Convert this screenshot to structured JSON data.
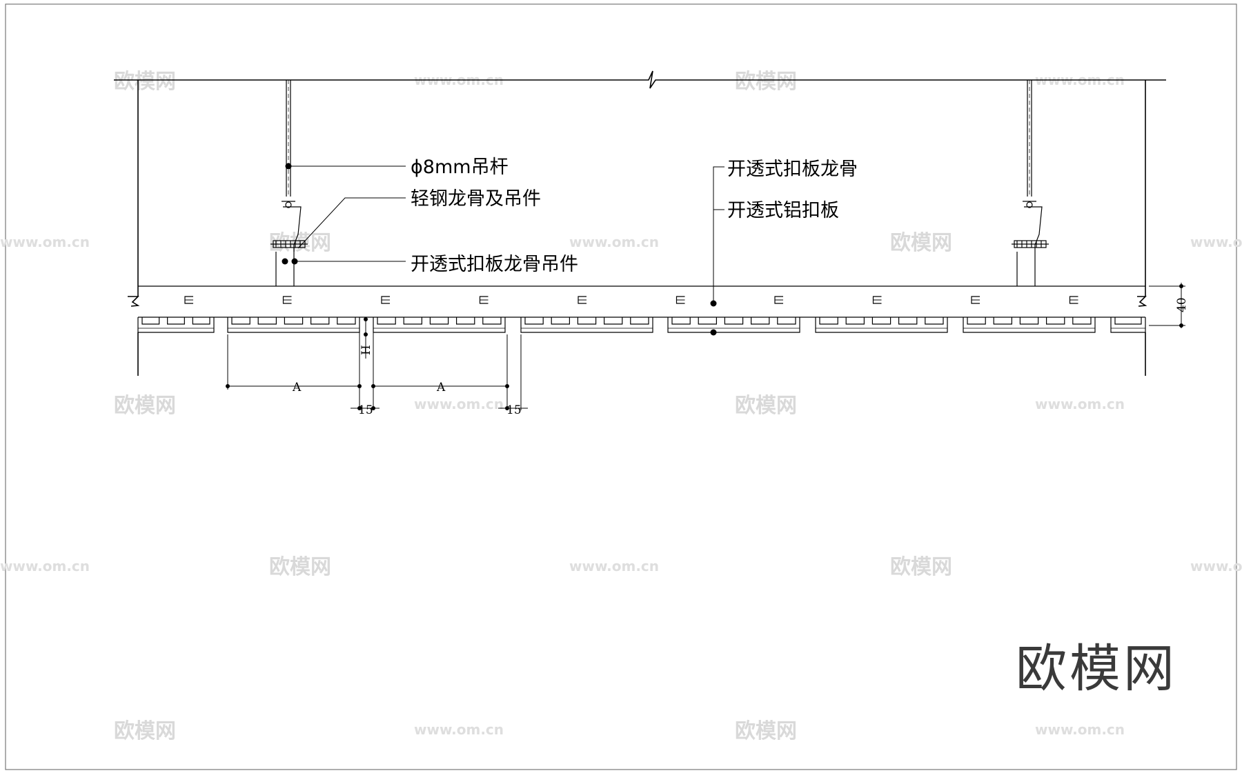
{
  "annotations": {
    "rod": "ϕ8mm吊杆",
    "light_keel": "轻钢龙骨及吊件",
    "hanger": "开透式扣板龙骨吊件",
    "keel": "开透式扣板龙骨",
    "panel": "开透式铝扣板"
  },
  "dimensions": {
    "spacing": "A",
    "gap": "15",
    "height": "H",
    "depth": "40"
  },
  "watermark": {
    "brand": "欧模网",
    "url": "www.om.cn"
  },
  "brand_logo": "欧模网"
}
